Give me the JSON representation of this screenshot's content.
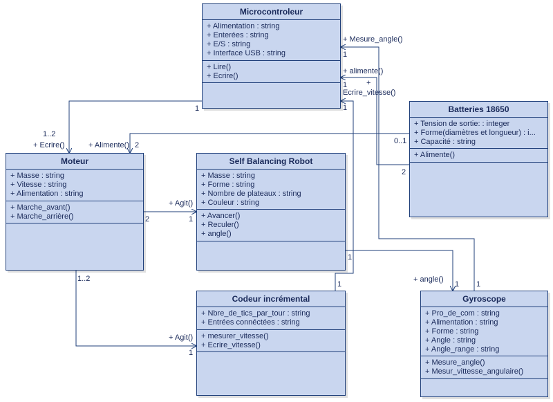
{
  "classes": {
    "micro": {
      "name": "Microcontroleur",
      "attributes": [
        "+ Alimentation : string",
        "+ Enterées : string",
        "+ E/S : string",
        "+ Interface USB : string"
      ],
      "operations": [
        "+ Lire()",
        "+ Ecrire()"
      ]
    },
    "batteries": {
      "name": "Batteries 18650",
      "attributes": [
        "+ Tension de sortie: : integer",
        "+ Forme(diamètres et longueur) : i...",
        "+ Capacité : string"
      ],
      "operations": [
        "+ Alimente()"
      ]
    },
    "moteur": {
      "name": "Moteur",
      "attributes": [
        "+ Masse : string",
        "+ Vitesse : string",
        "+ Alimentation : string"
      ],
      "operations": [
        "+ Marche_avant()",
        "+ Marche_arrière()"
      ]
    },
    "robot": {
      "name": "Self Balancing Robot",
      "attributes": [
        "+ Masse : string",
        "+ Forme : string",
        "+ Nombre de plateaux : string",
        "+ Couleur : string"
      ],
      "operations": [
        "+ Avancer()",
        "+ Reculer()",
        "+ angle()"
      ]
    },
    "codeur": {
      "name": "Codeur incrémental",
      "attributes": [
        "+ Nbre_de_tics_par_tour : string",
        "+ Entrées connéctées : string"
      ],
      "operations": [
        "+ mesurer_vitesse()",
        "+ Ecrire_vitesse()"
      ]
    },
    "gyro": {
      "name": "Gyroscope",
      "attributes": [
        "+ Pro_de_com : string",
        "+ Alimentation : string",
        "+ Forme : string",
        "+ Angle : string",
        "+ Angle_range : string"
      ],
      "operations": [
        "+ Mesure_angle()",
        "+ Mesur_vittesse_angulaire()"
      ]
    }
  },
  "labels": {
    "mesure_angle": "+ Mesure_angle()",
    "alimente_micro": "+ alimente()",
    "plus_sign": "+",
    "ecrire_vitesse": "Ecrire_vitesse()",
    "one_a": "1",
    "one_b": "1",
    "one_c": "1",
    "one_micro_left": "1",
    "mult_1_2_top": "1..2",
    "ecrire_moteur": "+ Ecrire()",
    "alimente_moteur": "+ Alimente()",
    "two_moteur": "2",
    "zero_one": "0..1",
    "two_batt": "2",
    "agit_robot": "+ Agit()",
    "two_moteur_right": "2",
    "one_robot_left": "1",
    "one_robot_bottom": "1",
    "mult_1_2_bottom": "1..2",
    "agit_codeur": "+ Agit()",
    "one_codeur_left": "1",
    "one_codeur_top": "1",
    "angle_gyro": "+ angle()",
    "one_gyro_a": "1",
    "one_gyro_b": "1"
  }
}
